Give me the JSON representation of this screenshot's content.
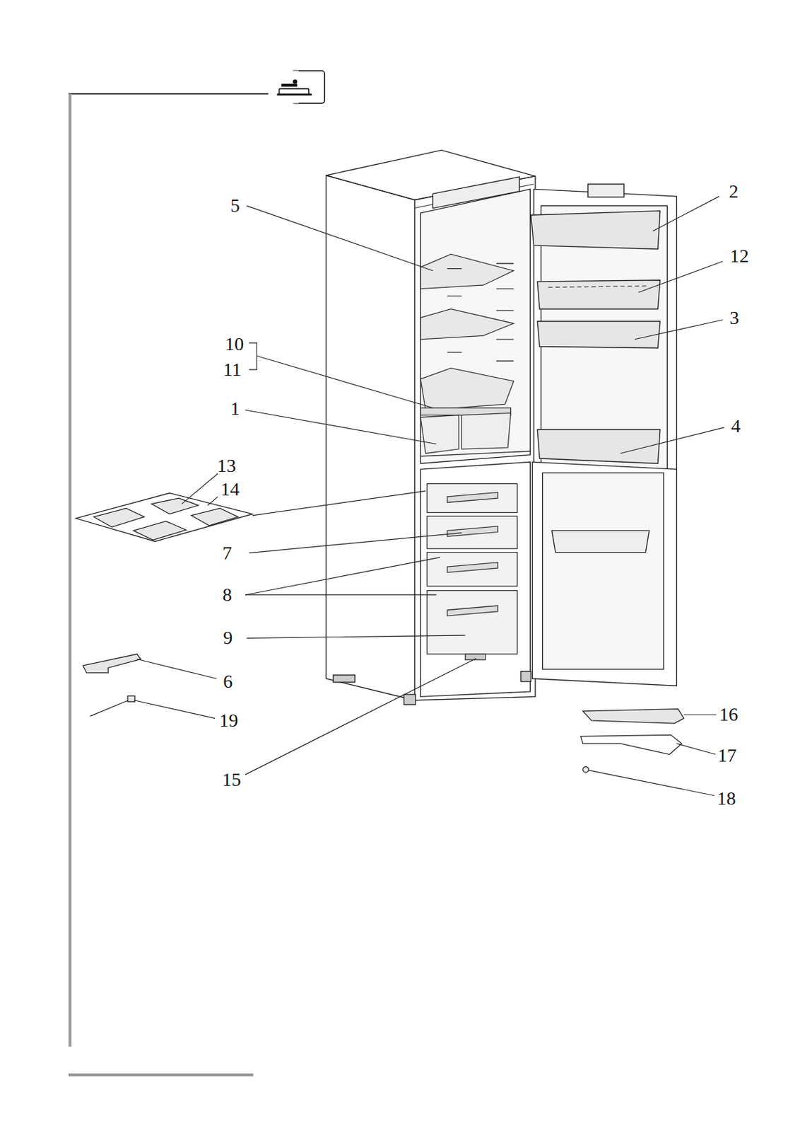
{
  "diagram": {
    "labels": [
      "2",
      "5",
      "12",
      "3",
      "10",
      "11",
      "1",
      "4",
      "13",
      "14",
      "7",
      "8",
      "9",
      "6",
      "19",
      "16",
      "17",
      "15",
      "18"
    ]
  }
}
